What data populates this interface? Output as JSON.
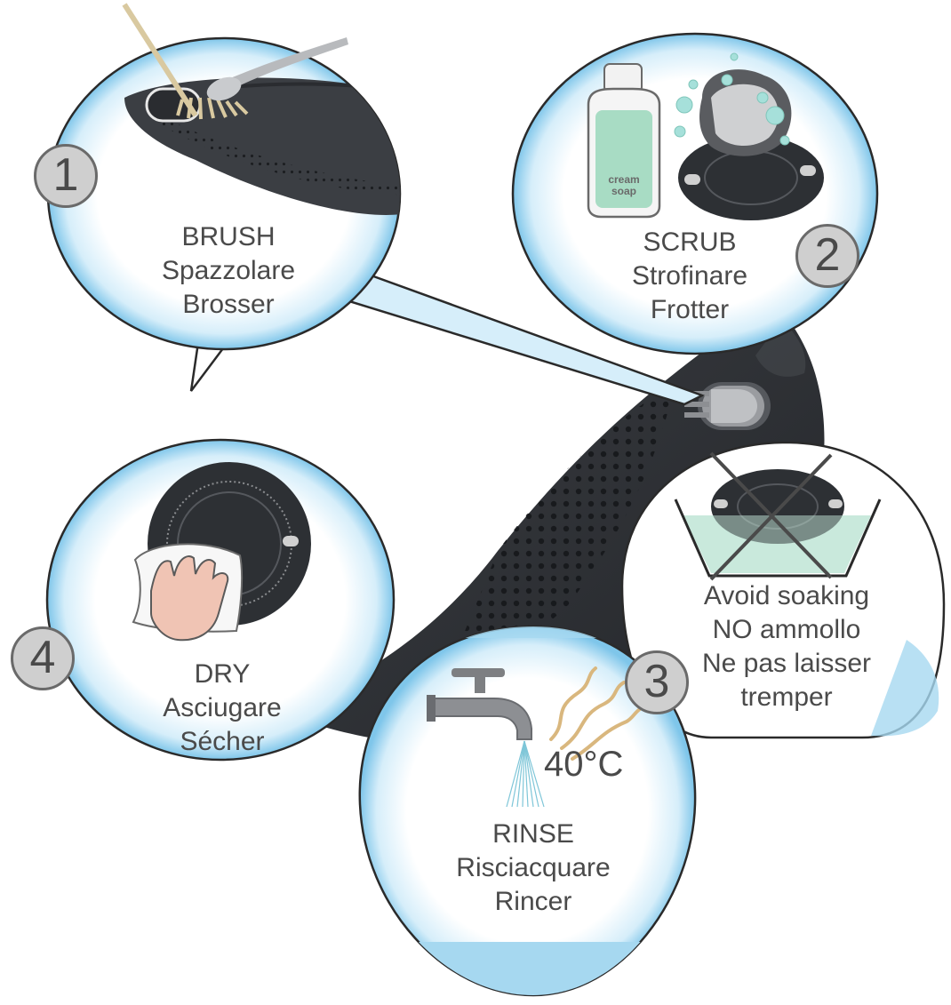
{
  "steps": {
    "brush": {
      "number": "1",
      "lines": [
        "BRUSH",
        "Spazzolare",
        "Brosser"
      ]
    },
    "scrub": {
      "number": "2",
      "lines": [
        "SCRUB",
        "Strofinare",
        "Frotter"
      ],
      "bottle_label": [
        "cream",
        "soap"
      ]
    },
    "rinse": {
      "number": "3",
      "lines": [
        "RINSE",
        "Risciacquare",
        "Rincer"
      ],
      "temperature": "40°C"
    },
    "soak": {
      "lines": [
        "Avoid soaking",
        "NO ammollo",
        "Ne pas laisser",
        "tremper"
      ]
    },
    "dry": {
      "number": "4",
      "lines": [
        "DRY",
        "Asciugare",
        "Sécher"
      ]
    }
  },
  "colors": {
    "bubble_edge": "#7fc6ea",
    "device": "#2e3136",
    "badge": "#cfcfcf",
    "water": "#a6d8f0",
    "text": "#4a4a4a"
  },
  "icons": [
    "brush-icon",
    "spoon-icon",
    "soap-bottle-icon",
    "sponge-icon",
    "faucet-icon",
    "steam-icon",
    "towel-hand-icon",
    "cross-icon"
  ]
}
